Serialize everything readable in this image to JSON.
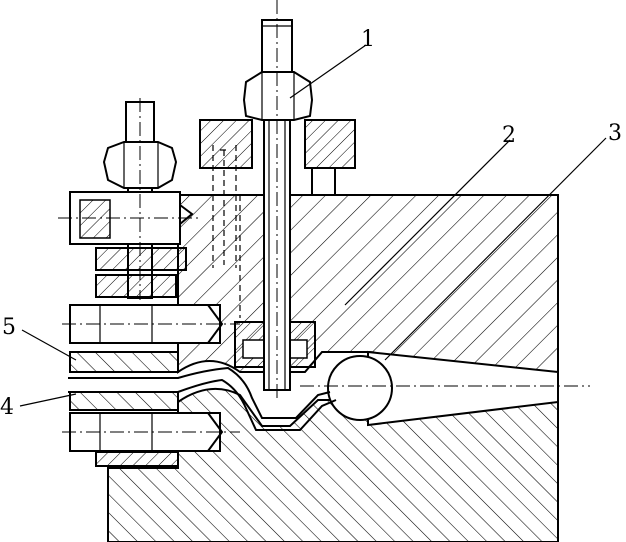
{
  "figure": {
    "callouts": [
      {
        "id": "part-1",
        "text": "1"
      },
      {
        "id": "part-2",
        "text": "2"
      },
      {
        "id": "part-3",
        "text": "3"
      },
      {
        "id": "part-4",
        "text": "4"
      },
      {
        "id": "part-5",
        "text": "5"
      }
    ],
    "colors": {
      "ink": "#000000",
      "paper": "#ffffff"
    }
  }
}
